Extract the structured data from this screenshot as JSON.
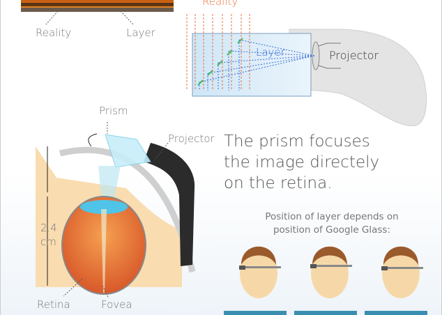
{
  "top_photo": {
    "reality_label": "Reality",
    "layer_label": "Layer"
  },
  "projection_diagram": {
    "reality_label": "Reality",
    "layer_label": "Layer",
    "projector_label": "Projector"
  },
  "eye_diagram": {
    "prism_label": "Prism",
    "projector_label": "Projector",
    "measure_value": "2.4",
    "measure_unit": "cm",
    "retina_label": "Retina",
    "fovea_label": "Fovea"
  },
  "headline": {
    "line1": "The prism focuses",
    "line2": "the image directely",
    "line3": "on the retina."
  },
  "position_note": {
    "line1": "Position of layer depends on",
    "line2": "position of Google Glass:"
  },
  "colors": {
    "reality_arrows": "#e8733a",
    "layer_arrows": "#3a6fd8",
    "prism_green": "#3cbf5a",
    "skin": "#f9dcb0",
    "eyeball": "#e8703a",
    "glass_body": "#e2e2e2"
  }
}
